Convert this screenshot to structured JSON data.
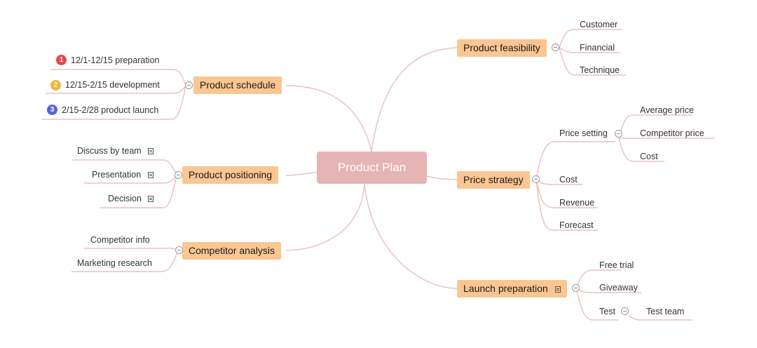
{
  "central": {
    "title": "Product Plan"
  },
  "colors": {
    "central_fill": "#e5b4b4",
    "topic_fill": "#fbc692",
    "branch_line": "#e8c4c0",
    "badge_1": "#e8484c",
    "badge_2": "#f4b63a",
    "badge_3": "#5665dc"
  },
  "topics": {
    "feasibility": {
      "label": "Product feasibility",
      "children": [
        "Customer",
        "Financial",
        "Technique"
      ]
    },
    "pricing": {
      "label": "Price strategy",
      "price_setting": {
        "label": "Price setting",
        "children": [
          "Average price",
          "Competitor price",
          "Cost"
        ]
      },
      "children": [
        "Cost",
        "Revenue",
        "Forecast"
      ]
    },
    "launch": {
      "label": "Launch preparation",
      "children": [
        "Free trial",
        "Giveaway",
        "Test"
      ],
      "test_child": "Test team"
    },
    "schedule": {
      "label": "Product schedule",
      "items": [
        {
          "marker": "1",
          "text": "12/1-12/15 preparation"
        },
        {
          "marker": "2",
          "text": "12/15-2/15 development"
        },
        {
          "marker": "3",
          "text": "2/15-2/28 product launch"
        }
      ]
    },
    "positioning": {
      "label": "Product positioning",
      "children": [
        "Discuss by team",
        "Presentation",
        "Decision"
      ]
    },
    "competitor": {
      "label": "Competitor analysis",
      "children": [
        "Competitor info",
        "Marketing research"
      ]
    }
  },
  "icons": {
    "collapse": "minus-circle-icon",
    "note": "note-icon",
    "priority": "priority-badge-icon"
  }
}
